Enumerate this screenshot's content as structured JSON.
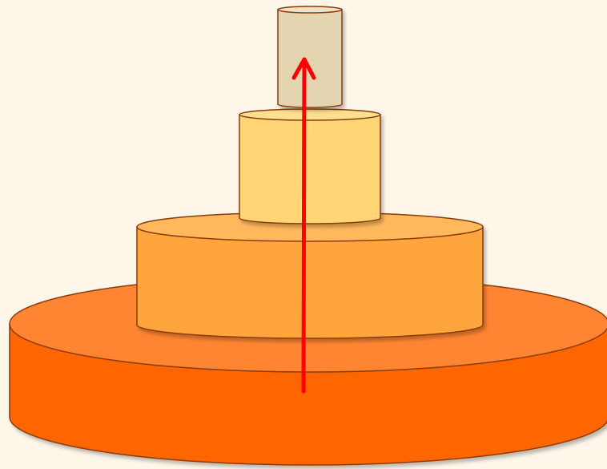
{
  "diagram": {
    "kind": "stacked-cylinder-pyramid",
    "background_color": "#FDF6E9",
    "outline_color": "#8B3A0A",
    "tiers": [
      {
        "level": 1,
        "position": "bottom",
        "side_color": "#FF6600",
        "top_color": "#FF8533"
      },
      {
        "level": 2,
        "side_color": "#FFA53D",
        "top_color": "#FFB85C"
      },
      {
        "level": 3,
        "side_color": "#FFD574",
        "top_color": "#FFE08E"
      },
      {
        "level": 4,
        "position": "top",
        "side_color": "#E4D5B0",
        "top_color": "#EEE3C8"
      }
    ],
    "arrow": {
      "color": "#FF0000",
      "direction": "up"
    }
  }
}
